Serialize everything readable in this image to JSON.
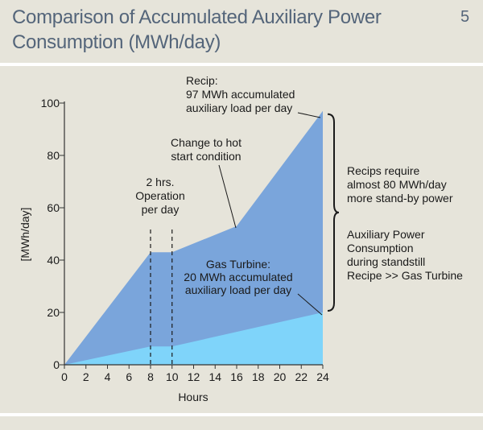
{
  "header": {
    "title_line1": "Comparison of Accumulated Auxiliary Power",
    "title_line2": "Consumption (MWh/day)",
    "page_number": "5"
  },
  "colors": {
    "recip_area": "#7aa5db",
    "gas_turbine_area": "#7fd4fa",
    "title_color": "#54657a",
    "background": "#e6e4da"
  },
  "chart_data": {
    "type": "area",
    "xlabel": "Hours",
    "ylabel": "[MWh/day]",
    "xlim": [
      0,
      24
    ],
    "ylim": [
      0,
      100
    ],
    "x_ticks": [
      "0",
      "2",
      "4",
      "6",
      "8",
      "10",
      "12",
      "14",
      "16",
      "18",
      "20",
      "22",
      "24"
    ],
    "y_ticks": [
      "0",
      "20",
      "40",
      "60",
      "80",
      "100"
    ],
    "grid": false,
    "series": [
      {
        "name": "Recip",
        "x": [
          0,
          8,
          10,
          16,
          24
        ],
        "y": [
          0,
          43,
          43,
          53,
          97
        ]
      },
      {
        "name": "Gas Turbine",
        "x": [
          0,
          8,
          10,
          24
        ],
        "y": [
          0,
          7,
          7,
          20
        ]
      }
    ],
    "vlines": [
      8,
      10
    ],
    "annotations": {
      "recip": [
        "Recip:",
        "97 MWh accumulated",
        "auxiliary load per day"
      ],
      "hot_start": [
        "Change to hot",
        "start condition"
      ],
      "operation": [
        "2 hrs.",
        "Operation",
        "per day"
      ],
      "gas_turbine": [
        "Gas Turbine:",
        "20 MWh accumulated",
        "auxiliary load per day"
      ],
      "standby": [
        "Recips require",
        "almost 80 MWh/day",
        "more stand-by power"
      ],
      "standstill": [
        "Auxiliary Power",
        "Consumption",
        "during standstill",
        "Recipe >> Gas Turbine"
      ]
    }
  }
}
